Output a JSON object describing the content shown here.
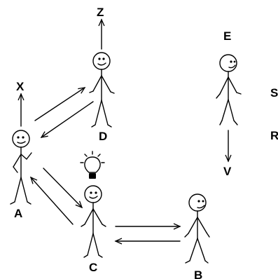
{
  "figure": {
    "labels": {
      "A": "A",
      "B": "B",
      "C": "C",
      "D": "D",
      "E": "E",
      "X": "X",
      "Z": "Z",
      "V": "V",
      "S": "S",
      "R": "R"
    },
    "nodes": [
      {
        "id": "A",
        "icon": "stick-figure"
      },
      {
        "id": "B",
        "icon": "stick-figure"
      },
      {
        "id": "C",
        "icon": "stick-figure",
        "accessory": "lightbulb-icon"
      },
      {
        "id": "D",
        "icon": "stick-figure"
      },
      {
        "id": "E",
        "icon": "stick-figure"
      }
    ],
    "edges": [
      {
        "from": "A",
        "to": "X",
        "style": "single-arrow"
      },
      {
        "from": "D",
        "to": "Z",
        "style": "single-arrow"
      },
      {
        "from": "E",
        "to": "V",
        "style": "single-arrow"
      },
      {
        "from": "A",
        "to": "D",
        "style": "double-arrow"
      },
      {
        "from": "A",
        "to": "C",
        "style": "double-arrow"
      },
      {
        "from": "C",
        "to": "B",
        "style": "double-arrow"
      }
    ]
  }
}
